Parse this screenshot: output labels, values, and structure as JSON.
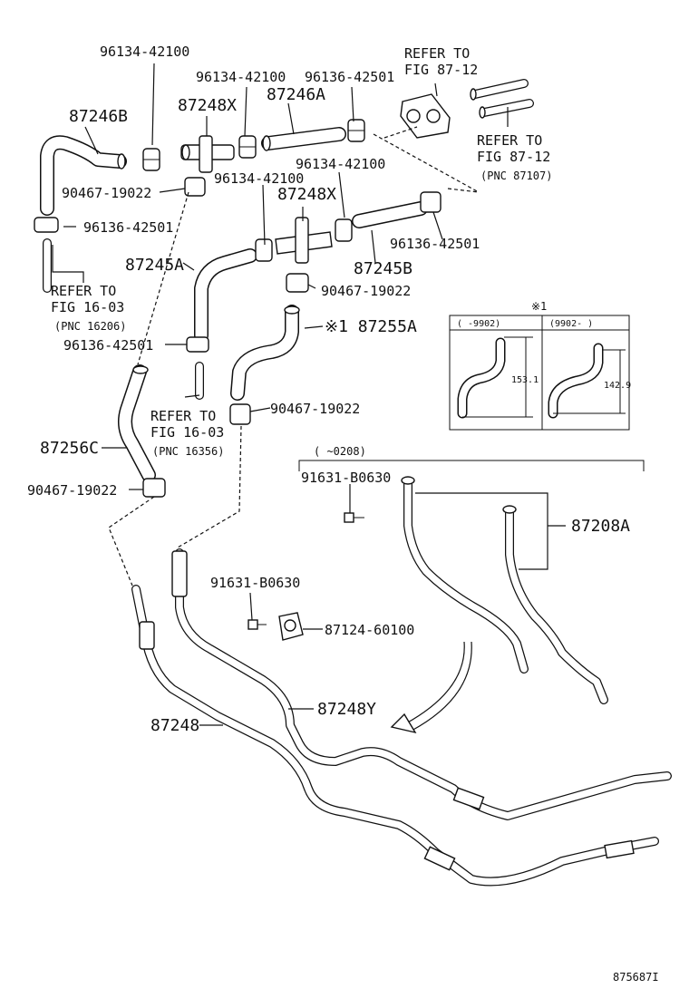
{
  "labels": {
    "p_96134_42100_a": "96134-42100",
    "p_96134_42100_b": "96134-42100",
    "p_96136_42501_a": "96136-42501",
    "p_refer_87_12_a1": "REFER TO",
    "p_refer_87_12_a2": "FIG 87-12",
    "p_87246B": "87246B",
    "p_87248X_a": "87248X",
    "p_87246A": "87246A",
    "p_refer_87_12_b1": "REFER TO",
    "p_refer_87_12_b2": "FIG 87-12",
    "p_pnc_87107": "(PNC 87107)",
    "p_96134_42100_c": "96134-42100",
    "p_96134_42100_d": "96134-42100",
    "p_90467_19022_a": "90467-19022",
    "p_87248X_b": "87248X",
    "p_96136_42501_b": "96136-42501",
    "p_96136_42501_c": "96136-42501",
    "p_87245A": "87245A",
    "p_87245B": "87245B",
    "p_90467_19022_b": "90467-19022",
    "p_refer_16_03_a1": "REFER TO",
    "p_refer_16_03_a2": "FIG 16-03",
    "p_pnc_16206": "(PNC 16206)",
    "p_87255A": "※1 87255A",
    "p_96136_42501_d": "96136-42501",
    "p_90467_19022_c": "90467-19022",
    "p_refer_16_03_b1": "REFER TO",
    "p_refer_16_03_b2": "FIG 16-03",
    "p_pnc_16356": "(PNC 16356)",
    "p_87256C": "87256C",
    "p_90467_19022_d": "90467-19022",
    "p_91631_B0630_a": "91631-B0630",
    "p_87208A": "87208A",
    "p_91631_B0630_b": "91631-B0630",
    "p_87124_60100": "87124-60100",
    "p_87248Y": "87248Y",
    "p_87248": "87248",
    "figure_id": "875687I"
  },
  "inset": {
    "title": "※1",
    "col1_header": "(    -9902)",
    "col2_header": "(9902-      )",
    "dim1": "153.1",
    "dim2": "142.9"
  },
  "variant_bracket": {
    "label": "(    ~0208)"
  }
}
